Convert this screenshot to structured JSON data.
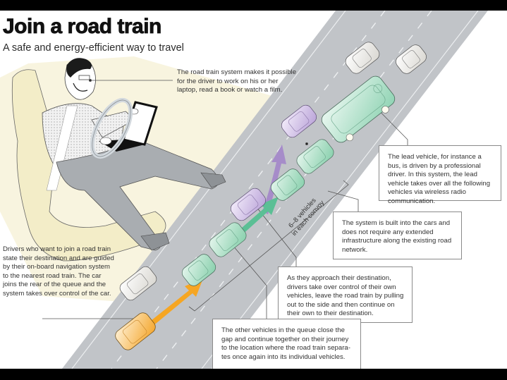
{
  "header": {
    "title": "Join a road train",
    "subtitle": "A safe and energy-efficient way to travel"
  },
  "callouts": {
    "driver": "The road train system makes it possible for the driver to work on his or her laptop, read a book or watch a film.",
    "lead_vehicle": "The lead vehicle, for instance a bus, is driven by a professional driver. In this system, the lead vehicle takes over all the following vehicles via wireless radio communication.",
    "built_in": "The system is built into the cars and does not require any extended infrastructure along the existing road network.",
    "leaving": "As they approach their destination, drivers take over control of their own vehicles, leave the road train by pulling out to the side and then continue on their own to their destination.",
    "joining": "Drivers who want to join a road train state their destination and are guided by their on-board navigation system to the nearest road train. The car joins the rear of the queue and the system takes over control of the car.",
    "close_gap": "The other vehicles in the queue close the gap and continue together on their journey to the location where the road train separa-tes once again into its individual vehicles."
  },
  "convoy_label": {
    "line1": "6–8 vehicles",
    "line2": "in each convoy"
  },
  "colors": {
    "road": "#b9bcc0",
    "road_line": "#e9eaec",
    "seat_area": "#f6f2d8",
    "convoy_green": "#a8dcc2",
    "convoy_green_dark": "#5fb58f",
    "leaving_purple": "#c9b6e0",
    "arrow_purple": "#a68cc9",
    "arrow_green": "#5bbf95",
    "joining_orange": "#f6a623",
    "other_car": "#f3f1ec"
  },
  "legend": {
    "vehicles": [
      "lead-bus",
      "convoy-car",
      "leaving-car",
      "joining-car",
      "other-traffic-car"
    ]
  }
}
